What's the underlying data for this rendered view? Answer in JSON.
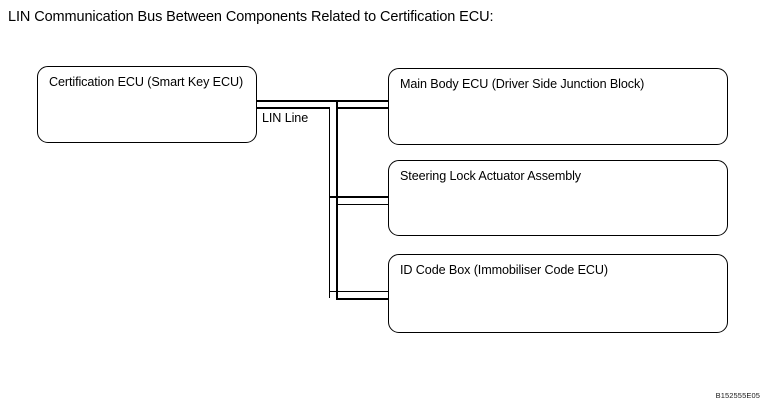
{
  "figure": {
    "title": "LIN Communication Bus Between Components Related to Certification ECU:",
    "reference_code": "B152555E05",
    "background_color": "#ffffff",
    "line_color": "#000000"
  },
  "bus": {
    "label": "LIN Line",
    "style": "double-line",
    "source_node": "Certification ECU (Smart Key ECU)",
    "target_nodes": [
      "Main Body ECU (Driver Side Junction Block)",
      "Steering Lock Actuator Assembly",
      "ID Code Box (Immobiliser Code ECU)"
    ]
  },
  "nodes": [
    {
      "id": "certification-ecu",
      "label": "Certification ECU (Smart Key ECU)",
      "side": "left"
    },
    {
      "id": "main-body-ecu",
      "label": "Main Body ECU (Driver Side Junction Block)",
      "side": "right"
    },
    {
      "id": "steering-lock-actuator",
      "label": "Steering Lock Actuator Assembly",
      "side": "right"
    },
    {
      "id": "id-code-box",
      "label": "ID Code Box (Immobiliser Code ECU)",
      "side": "right"
    }
  ]
}
